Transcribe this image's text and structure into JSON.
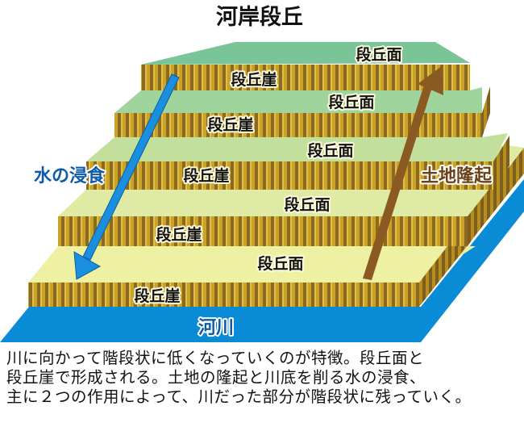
{
  "title": "河岸段丘",
  "labels": {
    "surface": "段丘面",
    "cliff": "段丘崖",
    "erosion": "水の浸食",
    "uplift": "土地隆起",
    "river": "河川"
  },
  "caption": [
    "川に向かって階段状に低くなっていくのが特徴。段丘面と",
    "段丘崖で形成される。土地の隆起と川底を削る水の浸食、",
    "主に２つの作用によって、川だった部分が階段状に残っていく。"
  ],
  "colors": {
    "river": "#0a8bd6",
    "tier1": "#79c597",
    "tier2": "#9fd59c",
    "tier3": "#c3df9c",
    "tier4": "#dfeaa4",
    "tier5": "#eef1a2",
    "cliff_light": "#c9a227",
    "cliff_dark": "#8b6a1f",
    "erosion_arrow": "#1a8fe0",
    "uplift_arrow": "#8b5a22"
  }
}
